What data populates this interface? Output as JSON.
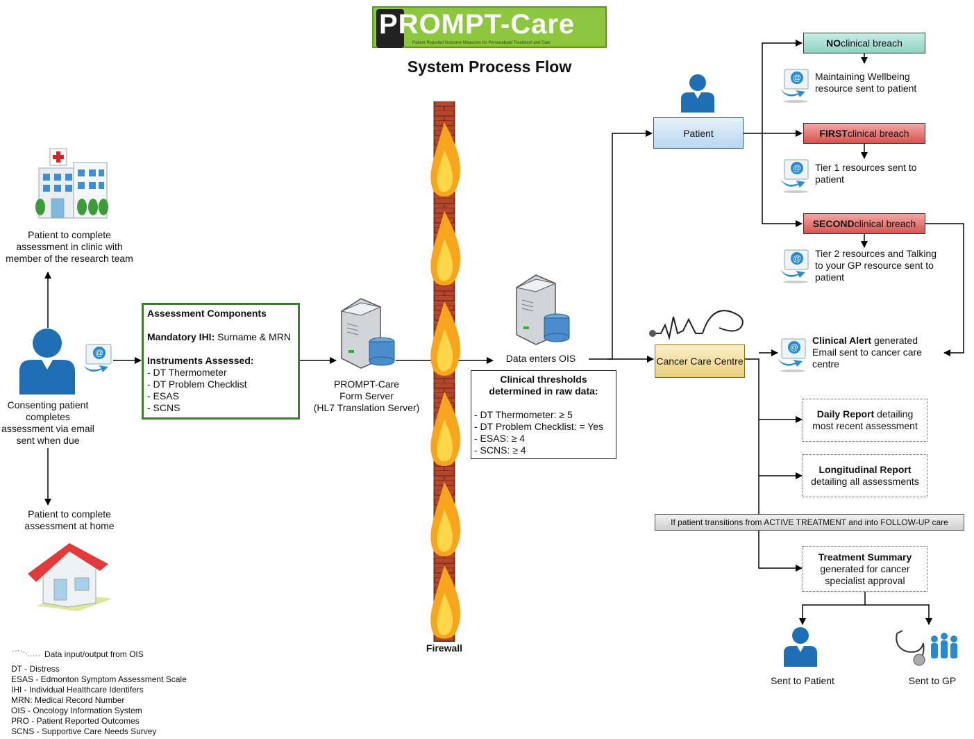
{
  "header": {
    "logo_text": "PROMPT-Care",
    "logo_subtitle": "Patient Reported Outcome Measures for Personalised Treatment and Care",
    "title": "System Process Flow"
  },
  "left": {
    "clinic_text": "Patient to complete assessment in clinic with member of the research team",
    "patient_text": "Consenting patient completes assessment via email sent when due",
    "home_text": "Patient to complete assessment at home"
  },
  "assessment": {
    "heading": "Assessment Components",
    "ihi_label": "Mandatory IHI:",
    "ihi_value": " Surname & MRN",
    "instruments_label": "Instruments Assessed:",
    "instruments": [
      "- DT Thermometer",
      "- DT Problem Checklist",
      "- ESAS",
      "- SCNS"
    ]
  },
  "server": {
    "line1": "PROMPT-Care",
    "line2": "Form Server",
    "line3": "(HL7 Translation Server)"
  },
  "firewall_label": "Firewall",
  "ois": {
    "label": "Data enters OIS",
    "thresholds_heading": "Clinical thresholds determined in raw data:",
    "thresholds": [
      "- DT Thermometer: ≥ 5",
      "- DT Problem Checklist: = Yes",
      "- ESAS: ≥ 4",
      "- SCNS: ≥ 4"
    ]
  },
  "patient_box": "Patient",
  "cancer_centre": "Cancer Care Centre",
  "breaches": {
    "no_bold": "NO",
    "no_rest": " clinical breach",
    "no_colour": "#8fd3c0",
    "no_outcome": "Maintaining Wellbeing resource sent to patient",
    "first_bold": "FIRST",
    "first_rest": " clinical breach",
    "first_outcome": "Tier 1 resources sent to patient",
    "second_bold": "SECOND",
    "second_rest": " clinical breach",
    "second_outcome": "Tier 2 resources and Talking to your GP resource sent to patient",
    "breach_colour": "#d9534f"
  },
  "clinical_alert": {
    "bold": "Clinical Alert",
    "rest": " generated Email sent to cancer care centre"
  },
  "reports": {
    "daily_bold": "Daily Report",
    "daily_rest": " detailing most recent assessment",
    "longitudinal_bold": "Longitudinal Report",
    "longitudinal_rest": "detailing all assessments",
    "transition": "If patient transitions from ACTIVE TREATMENT and into FOLLOW-UP care",
    "summary_bold": "Treatment Summary",
    "summary_rest": "generated for cancer specialist approval"
  },
  "outputs": {
    "to_patient": "Sent to Patient",
    "to_gp": "Sent to GP"
  },
  "legend": {
    "dotted_label": "Data input/output from OIS",
    "items": [
      "DT - Distress",
      "ESAS - Edmonton Symptom Assessment Scale",
      "IHI - Individual Healthcare Identifers",
      "MRN: Medical Record Number",
      "OIS - Oncology Information System",
      "PRO - Patient Reported Outcomes",
      "SCNS - Supportive Care Needs Survey"
    ]
  },
  "colors": {
    "patient_box": "#cfe3f6",
    "cancer_box": "#f3dfa3",
    "green_border": "#3c7d2e",
    "icon_blue": "#1f6fb5"
  }
}
